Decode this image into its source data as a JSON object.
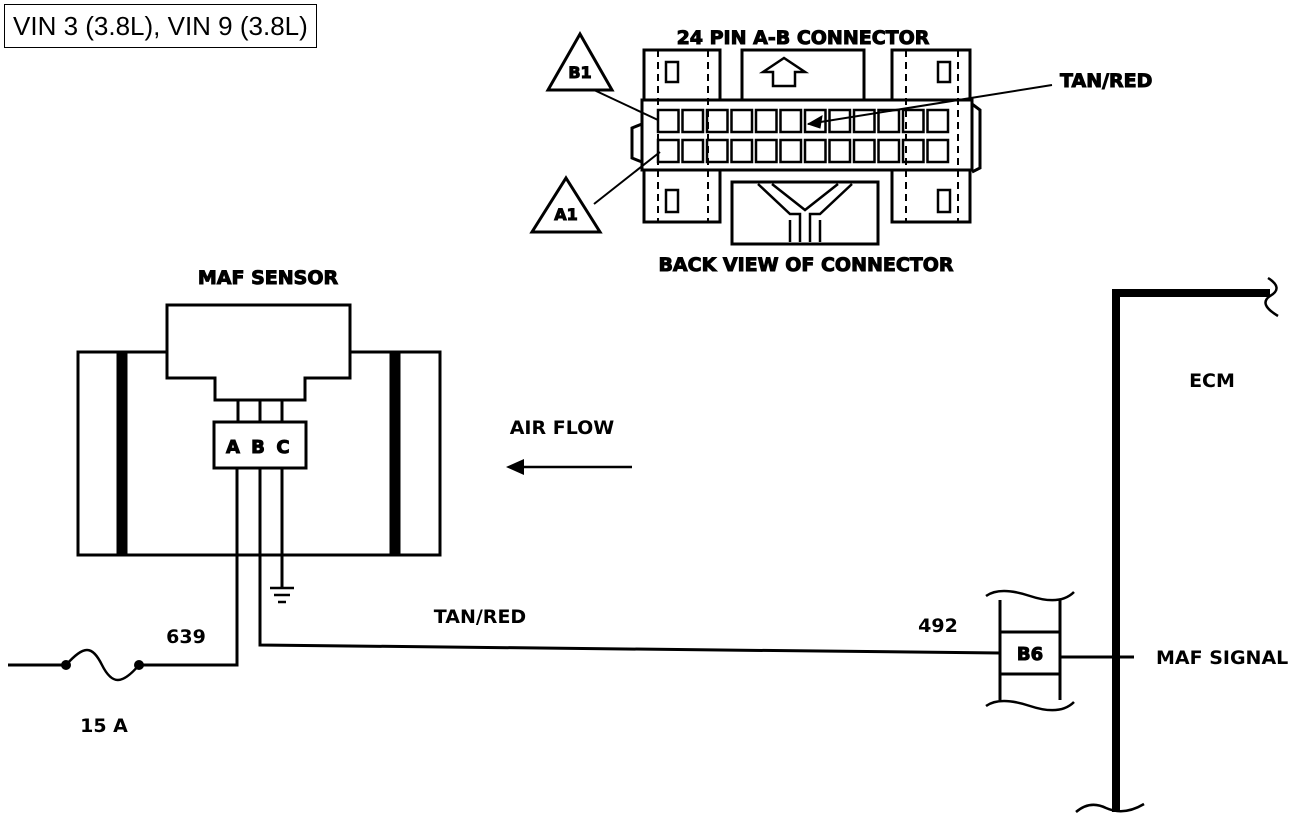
{
  "title": "VIN 3 (3.8L), VIN 9 (3.8L)",
  "connector": {
    "title": "24 PIN A-B  CONNECTOR",
    "caption": "BACK VIEW OF CONNECTOR",
    "wire_label": "TAN/RED",
    "callout_b1": "B1",
    "callout_a1": "A1"
  },
  "sensor": {
    "title": "MAF SENSOR",
    "pins": [
      "A",
      "B",
      "C"
    ]
  },
  "airflow_label": "AIR FLOW",
  "wires": {
    "power_circuit": "639",
    "signal_circuit_color": "TAN/RED",
    "signal_circuit": "492"
  },
  "fuse_label": "15 A",
  "ecm": {
    "title": "ECM",
    "pin": "B6",
    "signal_label": "MAF SIGNAL"
  },
  "colors": {
    "ink": "#000000",
    "paper": "#ffffff"
  }
}
